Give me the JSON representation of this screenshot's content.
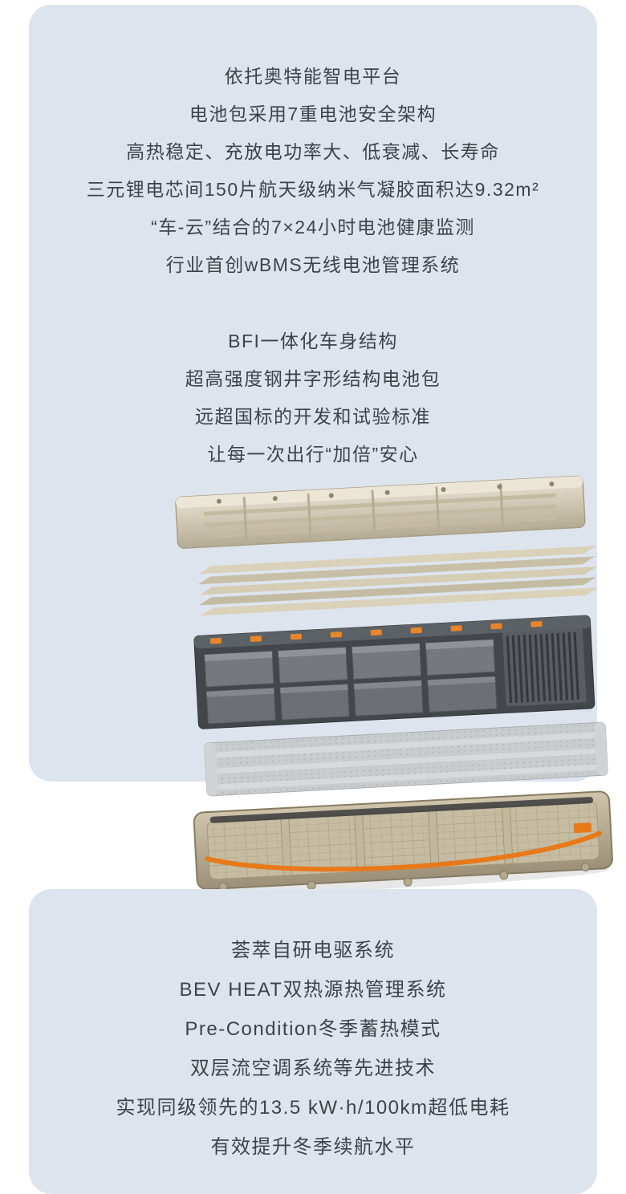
{
  "colors": {
    "card_bg": "#dee4ed",
    "text": "#3e4347",
    "cable_orange": "#e8791a",
    "cover_beige": "#cfc6ac",
    "module_gray": "#43474b"
  },
  "top_card": {
    "group1": [
      "依托奥特能智电平台",
      "电池包采用7重电池安全架构",
      "高热稳定、充放电功率大、低衰减、长寿命",
      "三元锂电芯间150片航天级纳米气凝胶面积达9.32m²",
      "“车-云”结合的7×24小时电池健康监测",
      "行业首创wBMS无线电池管理系统"
    ],
    "group2": [
      "BFI一体化车身结构",
      "超高强度钢井字形结构电池包",
      "远超国标的开发和试验标准",
      "让每一次出行“加倍”安心"
    ]
  },
  "image": {
    "name": "battery-pack-exploded-view"
  },
  "bottom_card": {
    "lines": [
      "荟萃自研电驱系统",
      "BEV HEAT双热源热管理系统",
      "Pre-Condition冬季蓄热模式",
      "双层流空调系统等先进技术",
      "实现同级领先的13.5 kW·h/100km超低电耗",
      "有效提升冬季续航水平"
    ]
  }
}
